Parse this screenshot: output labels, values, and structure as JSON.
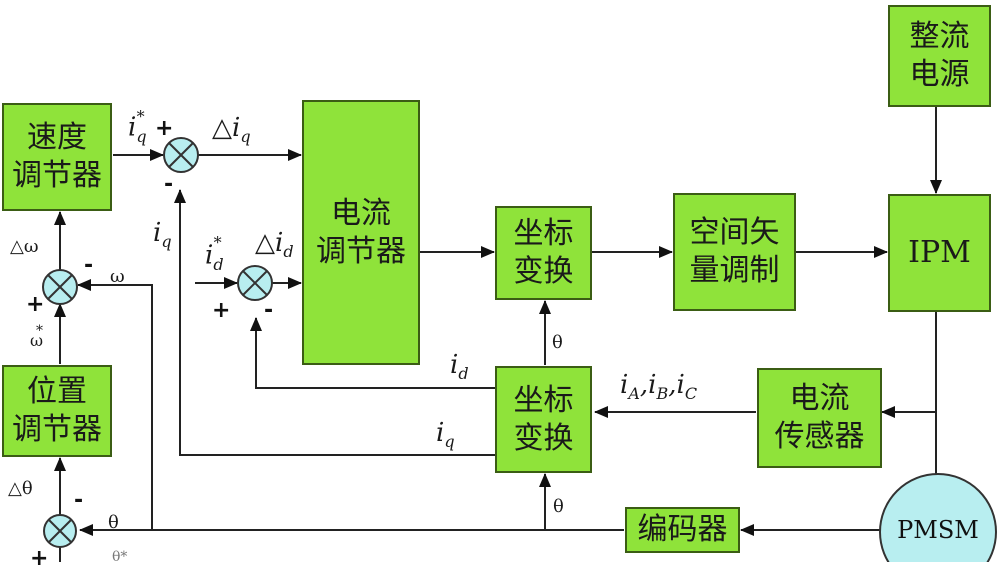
{
  "blocks": {
    "speed": "速度\n调节器",
    "position": "位置\n调节器",
    "current_reg": "电流\n调节器",
    "coord_top": "坐标\n变换",
    "coord_bottom": "坐标\n变换",
    "svpwm": "空间矢\n量调制",
    "ipm": "IPM",
    "rectifier": "整流\n电源",
    "current_sensor": "电流\n传感器",
    "encoder": "编码器",
    "pmsm": "PMSM"
  },
  "labels": {
    "iq_ref": "i",
    "iq_ref_sub": "q",
    "iq_ref_star": "*",
    "d_iq": "△i",
    "d_iq_sub": "q",
    "id_ref": "i",
    "id_ref_sub": "d",
    "id_ref_star": "*",
    "d_id": "△i",
    "d_id_sub": "d",
    "iq_fb": "i",
    "iq_fb_sub": "q",
    "id_out": "i",
    "id_out_sub": "d",
    "iq_out": "i",
    "iq_out_sub": "q",
    "iabc": "i",
    "iabc_a": "A",
    "iabc_b": "B",
    "iabc_c": "C",
    "d_omega": "△ω",
    "omega": "ω",
    "omega_star": "*",
    "omega_ref": "ω",
    "d_theta": "△θ",
    "theta_fb": "θ",
    "theta_enc": "θ",
    "theta_top": "θ",
    "theta_ref": "θ*"
  },
  "signs": {
    "plus": "+",
    "minus": "-"
  },
  "colors": {
    "block_fill": "#8fe33a",
    "pmsm_fill": "#b8eef0",
    "summer_fill": "#b8eef0",
    "line": "#222222"
  }
}
